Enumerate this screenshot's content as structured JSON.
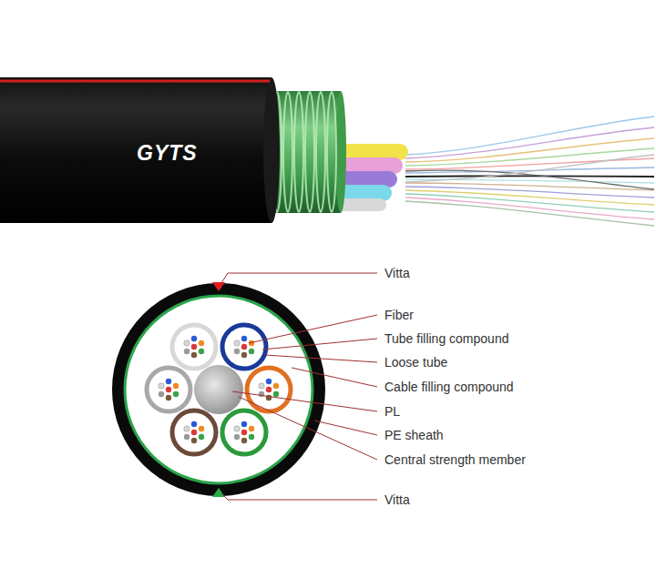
{
  "diagram": {
    "labels": [
      "GYTS",
      "Vitta",
      "Fiber",
      "Tube filling compound",
      "Loose tube",
      "Cable filling compound",
      "PL",
      "PE sheath",
      "Central strength member",
      "Vitta"
    ]
  }
}
